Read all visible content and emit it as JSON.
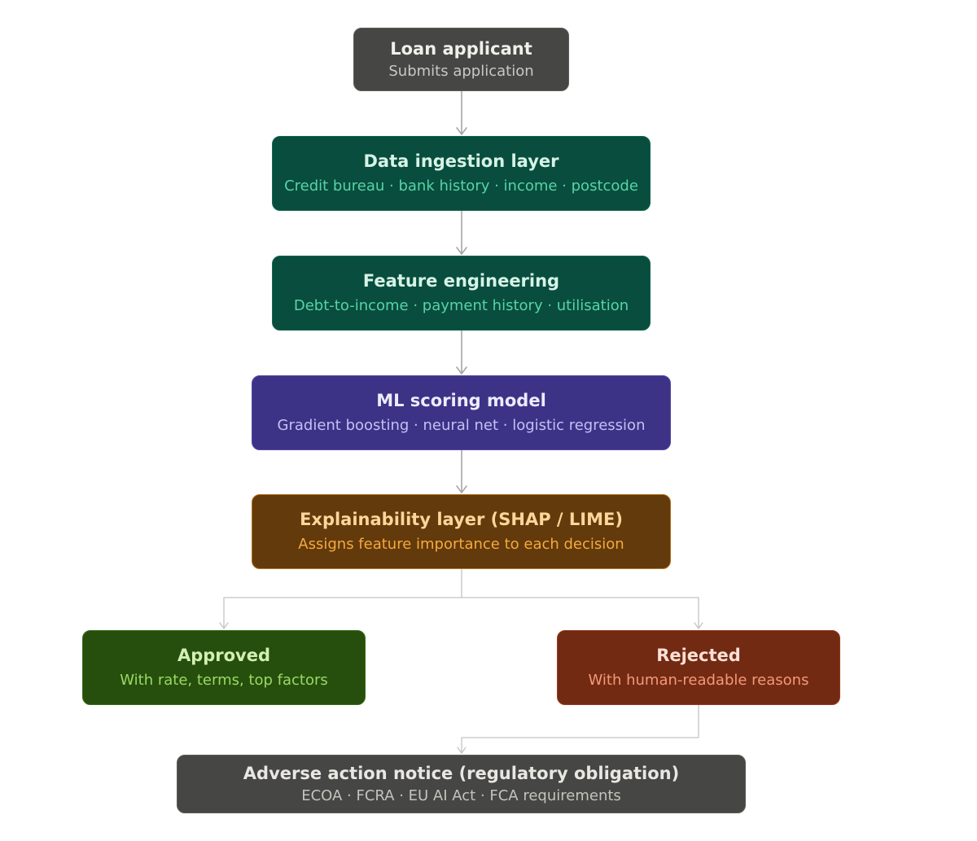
{
  "nodes": {
    "applicant": {
      "title": "Loan applicant",
      "subtitle": "Submits application"
    },
    "ingestion": {
      "title": "Data ingestion layer",
      "subtitle": "Credit bureau · bank history · income · postcode"
    },
    "features": {
      "title": "Feature engineering",
      "subtitle": "Debt-to-income · payment history · utilisation"
    },
    "model": {
      "title": "ML scoring model",
      "subtitle": "Gradient boosting · neural net · logistic regression"
    },
    "explainability": {
      "title": "Explainability layer (SHAP / LIME)",
      "subtitle": "Assigns feature importance to each decision"
    },
    "approved": {
      "title": "Approved",
      "subtitle": "With rate, terms, top factors"
    },
    "rejected": {
      "title": "Rejected",
      "subtitle": "With human-readable reasons"
    },
    "notice": {
      "title": "Adverse action notice (regulatory obligation)",
      "subtitle": "ECOA · FCRA · EU AI Act · FCA requirements"
    }
  },
  "colors": {
    "neutral": "#464644",
    "teal": "#084d3e",
    "purple": "#3c3387",
    "amber": "#623a0b",
    "green": "#264f0d",
    "red": "#722a13",
    "connector": "#a6a6a6"
  }
}
